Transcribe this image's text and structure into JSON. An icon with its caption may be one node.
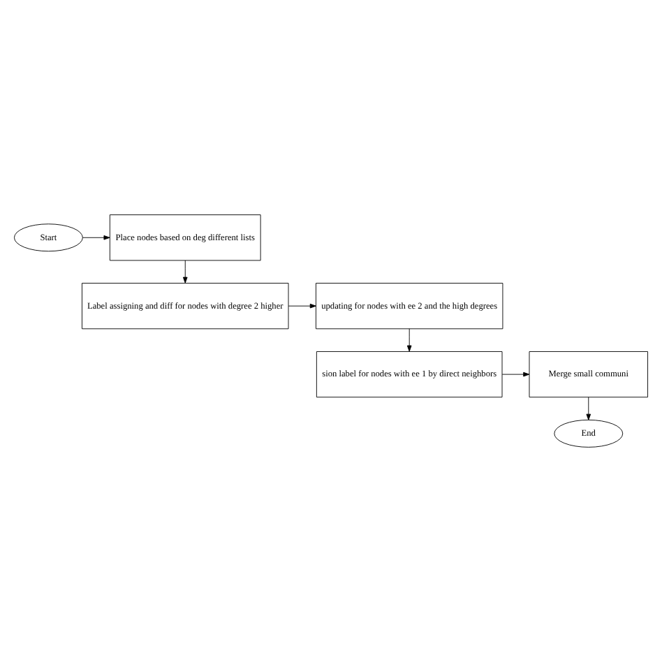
{
  "diagram": {
    "nodes": [
      {
        "text": [
          "Start"
        ]
      },
      {
        "text": [
          "Place nodes based on deg different lists"
        ]
      },
      {
        "text": [
          "updating for nodes with ee 2 and the high degrees"
        ]
      },
      {
        "text": [
          "Label assigning and diff for nodes with degree 2 higher"
        ]
      },
      {
        "text": [
          "sion label for nodes with ee 1 by direct neighbors"
        ]
      },
      {
        "text": [
          "Merge small communi"
        ]
      },
      {
        "text": [
          "End"
        ]
      }
    ],
    "edges": [
      {
        "from": 0,
        "to": 1,
        "arrow": "to"
      },
      {
        "from": 1,
        "to": 3,
        "arrow": "to"
      },
      {
        "from": 3,
        "to": 2,
        "arrow": "to"
      },
      {
        "from": 2,
        "to": 4,
        "arrow": "to"
      },
      {
        "from": 4,
        "to": 5,
        "arrow": "to"
      },
      {
        "from": 5,
        "to": 6,
        "arrow": "to"
      }
    ]
  }
}
